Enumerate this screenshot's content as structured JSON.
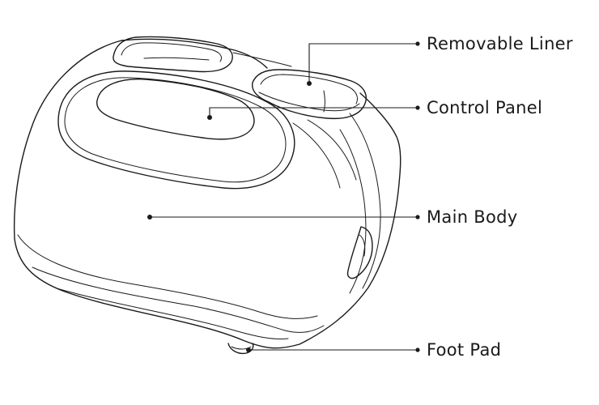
{
  "callouts": [
    {
      "id": "removable-liner",
      "label": "Removable Liner"
    },
    {
      "id": "control-panel",
      "label": "Control Panel"
    },
    {
      "id": "main-body",
      "label": "Main Body"
    },
    {
      "id": "foot-pad",
      "label": "Foot Pad"
    }
  ]
}
